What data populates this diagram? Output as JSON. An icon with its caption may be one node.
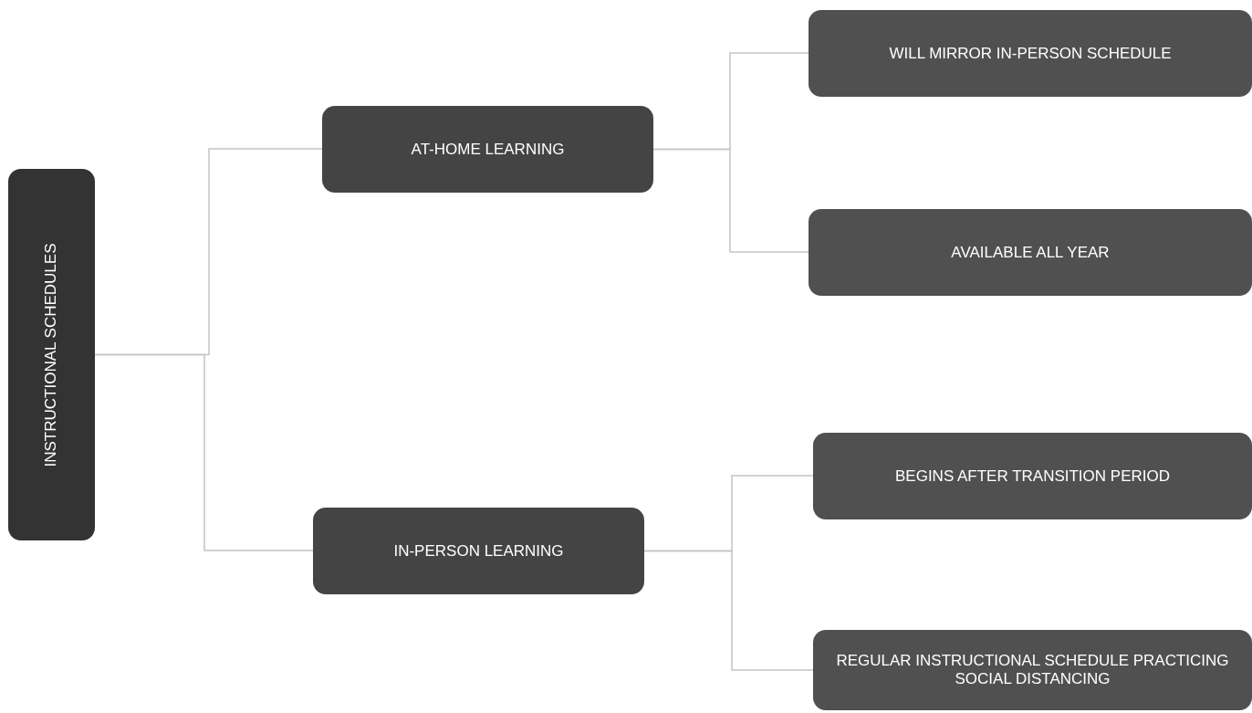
{
  "diagram": {
    "nodes": [
      {
        "text": [
          "INSTRUCTIONAL SCHEDULES"
        ]
      },
      {
        "text": [
          "AT-HOME LEARNING"
        ]
      },
      {
        "text": [
          "WILL MIRROR IN-PERSON SCHEDULE"
        ]
      },
      {
        "text": [
          "AVAILABLE ALL YEAR"
        ]
      },
      {
        "text": [
          "IN-PERSON LEARNING"
        ]
      },
      {
        "text": [
          "BEGINS AFTER TRANSITION PERIOD"
        ]
      },
      {
        "text": [
          "REGULAR INSTRUCTIONAL SCHEDULE PRACTICING SOCIAL DISTANCING"
        ]
      }
    ],
    "edges": [
      {
        "from": 0,
        "to": 1,
        "arrow": "none"
      },
      {
        "from": 0,
        "to": 4,
        "arrow": "none"
      },
      {
        "from": 1,
        "to": 2,
        "arrow": "none"
      },
      {
        "from": 1,
        "to": 3,
        "arrow": "none"
      },
      {
        "from": 4,
        "to": 5,
        "arrow": "none"
      },
      {
        "from": 4,
        "to": 6,
        "arrow": "none"
      }
    ]
  }
}
